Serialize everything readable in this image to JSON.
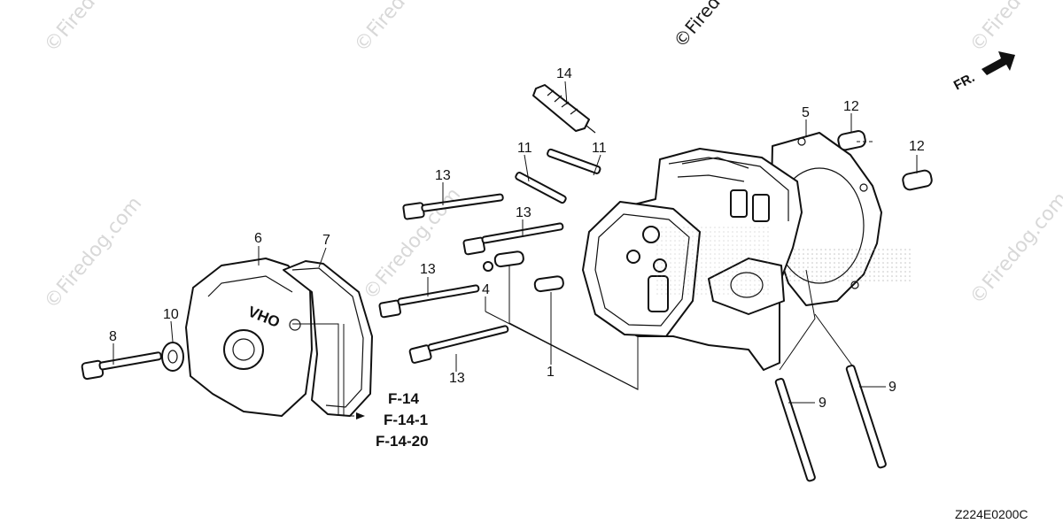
{
  "watermark": {
    "text": "©Firedog.com",
    "text_short": "©Firedog"
  },
  "direction": {
    "label": "FR."
  },
  "part_callouts": [
    "14",
    "11",
    "11",
    "13",
    "13",
    "5",
    "12",
    "12",
    "6",
    "7",
    "13",
    "4",
    "10",
    "8",
    "13",
    "1",
    "9",
    "9"
  ],
  "cover_mark": "OHV",
  "references": [
    "F-14",
    "F-14-1",
    "F-14-20"
  ],
  "diagram_code": "Z224E0200C"
}
